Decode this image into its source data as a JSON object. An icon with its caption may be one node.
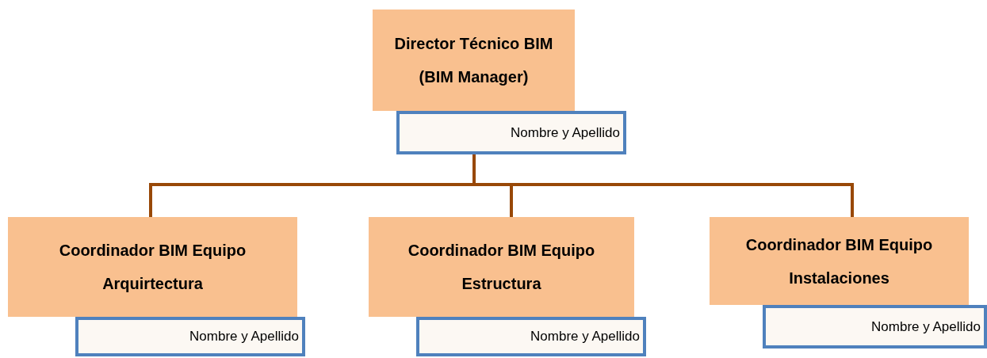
{
  "diagram": {
    "nodes": [
      {
        "text": [
          "Director Técnico BIM (BIM Manager)"
        ]
      },
      {
        "text": [
          "Nombre y Apellido"
        ]
      },
      {
        "text": [
          "Coordinador BIM Equipo Arquirtectura"
        ]
      },
      {
        "text": [
          "Nombre y Apellido"
        ]
      },
      {
        "text": [
          "Coordinador BIM Equipo Estructura"
        ]
      },
      {
        "text": [
          "Nombre y Apellido"
        ]
      },
      {
        "text": [
          "Coordinador BIM Equipo Instalaciones"
        ]
      },
      {
        "text": [
          "Nombre y Apellido"
        ]
      }
    ],
    "edges": [
      {
        "from": 1,
        "to": 2,
        "arrow": "none"
      },
      {
        "from": 1,
        "to": 4,
        "arrow": "none"
      },
      {
        "from": 1,
        "to": 6,
        "arrow": "none"
      }
    ]
  }
}
